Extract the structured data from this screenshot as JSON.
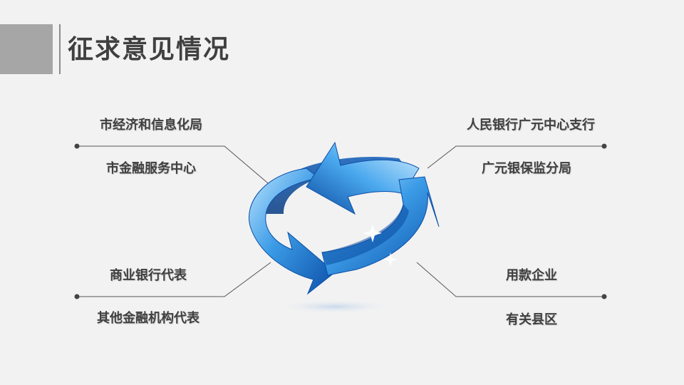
{
  "slide": {
    "title": "征求意见情况",
    "left_top": [
      "市经济和信息化局",
      "市金融服务中心"
    ],
    "left_bottom": [
      "商业银行代表",
      "其他金融机构代表"
    ],
    "right_top": [
      "人民银行广元中心支行",
      "广元银保监分局"
    ],
    "right_bottom": [
      "用款企业",
      "有关县区"
    ]
  },
  "colors": {
    "accent_blue": "#1e73c8",
    "title_block": "#a6a6a6",
    "text": "#404040"
  },
  "icons": [
    "cycle-arrows-icon"
  ]
}
